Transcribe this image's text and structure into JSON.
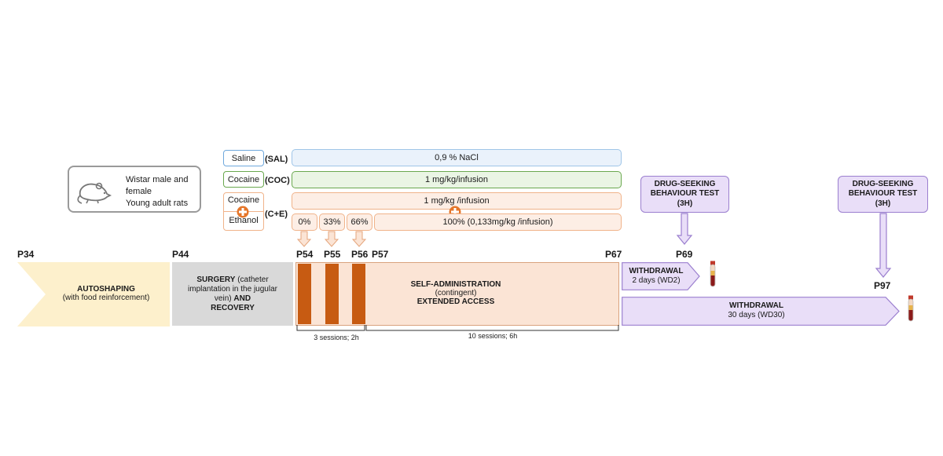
{
  "animals": {
    "line1": "Wistar  male and",
    "line2": "female",
    "line3": "Young adult rats",
    "icon": "rat-icon"
  },
  "groups": [
    {
      "label": "Saline",
      "code": "(SAL)",
      "treatment": "0,9 % NaCl",
      "color": "#6fa8dc"
    },
    {
      "label": "Cocaine",
      "code": "(COC)",
      "treatment": "1 mg/kg/infusion",
      "color": "#6aa84f"
    },
    {
      "label": "Cocaine",
      "code": "(C+E)",
      "treatment": "1 mg/kg /infusion",
      "color": "#f0b38a"
    },
    {
      "label": "Ethanol",
      "code": "",
      "treatment": "",
      "color": "#f0b38a"
    }
  ],
  "ethanol_steps": [
    "0%",
    "33%",
    "66%",
    "100% (0,133mg/kg /infusion)"
  ],
  "timepoints": [
    "P34",
    "P44",
    "P54",
    "P55",
    "P56",
    "P57",
    "P67",
    "P69",
    "P97"
  ],
  "phases": {
    "autoshaping_title": "AUTOSHAPING",
    "autoshaping_sub": "(with food reinforcement)",
    "surgery_title": "SURGERY",
    "surgery_sub": "(catheter implantation in the jugular vein)",
    "surgery_and": "AND",
    "surgery_recovery": "RECOVERY",
    "sa_title": "SELF-ADMINISTRATION",
    "sa_sub": "(contingent)",
    "sa_access": "EXTENDED ACCESS",
    "sessions_short": "3 sessions; 2h",
    "sessions_long": "10 sessions; 6h"
  },
  "withdrawal": [
    {
      "title": "WITHDRAWAL",
      "sub": "2 days (WD2)"
    },
    {
      "title": "WITHDRAWAL",
      "sub": "30 days (WD30)"
    }
  ],
  "drug_seeking": [
    {
      "line1": "DRUG-SEEKING",
      "line2": "BEHAVIOUR TEST",
      "line3": "(3H)"
    },
    {
      "line1": "DRUG-SEEKING",
      "line2": "BEHAVIOUR TEST",
      "line3": "(3H)"
    }
  ],
  "colors": {
    "autoshaping": "#fdf0cc",
    "surgery": "#d9d9d9",
    "self_admin": "#fbe4d5",
    "self_admin_border": "#d9a27e",
    "orange_session": "#c75b12",
    "withdrawal": "#e9def8",
    "withdrawal_border": "#9b7fcf",
    "saline": "#eaf2fb",
    "cocaine": "#eaf5e4",
    "combo": "#fdeee5",
    "plus": "#e5762a"
  }
}
